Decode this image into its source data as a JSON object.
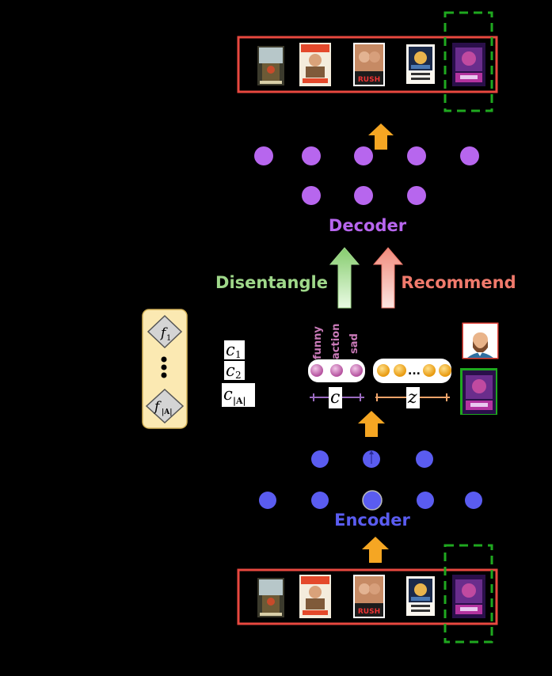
{
  "decoder_label": "Decoder",
  "encoder_label": "Encoder",
  "disentangle_label": "Disentangle",
  "recommend_label": "Recommend",
  "concepts": {
    "funny": "funny",
    "action": "action",
    "sad": "sad"
  },
  "latent": {
    "c_var": "c",
    "z_var": "z",
    "z_ellipsis": "..."
  },
  "concept_list": {
    "c1_base": "c",
    "c1_sub": "1",
    "c2_base": "c",
    "c2_sub": "2",
    "cA_base": "c",
    "cA_sub": "|A|"
  },
  "functions": {
    "f1_base": "f",
    "f1_sub": "1",
    "fA_base": "f",
    "fA_sub": "|A|"
  },
  "poster_rush_text": "RUSH",
  "colors": {
    "red_box": "#e8483f",
    "green_dash": "#1fa81f",
    "decoder_node": "#b766ee",
    "encoder_node": "#5a5cf0",
    "arrow_orange": "#f5a623",
    "disentangle_green": "#9fd88a",
    "recommend_red": "#f07a6c"
  }
}
